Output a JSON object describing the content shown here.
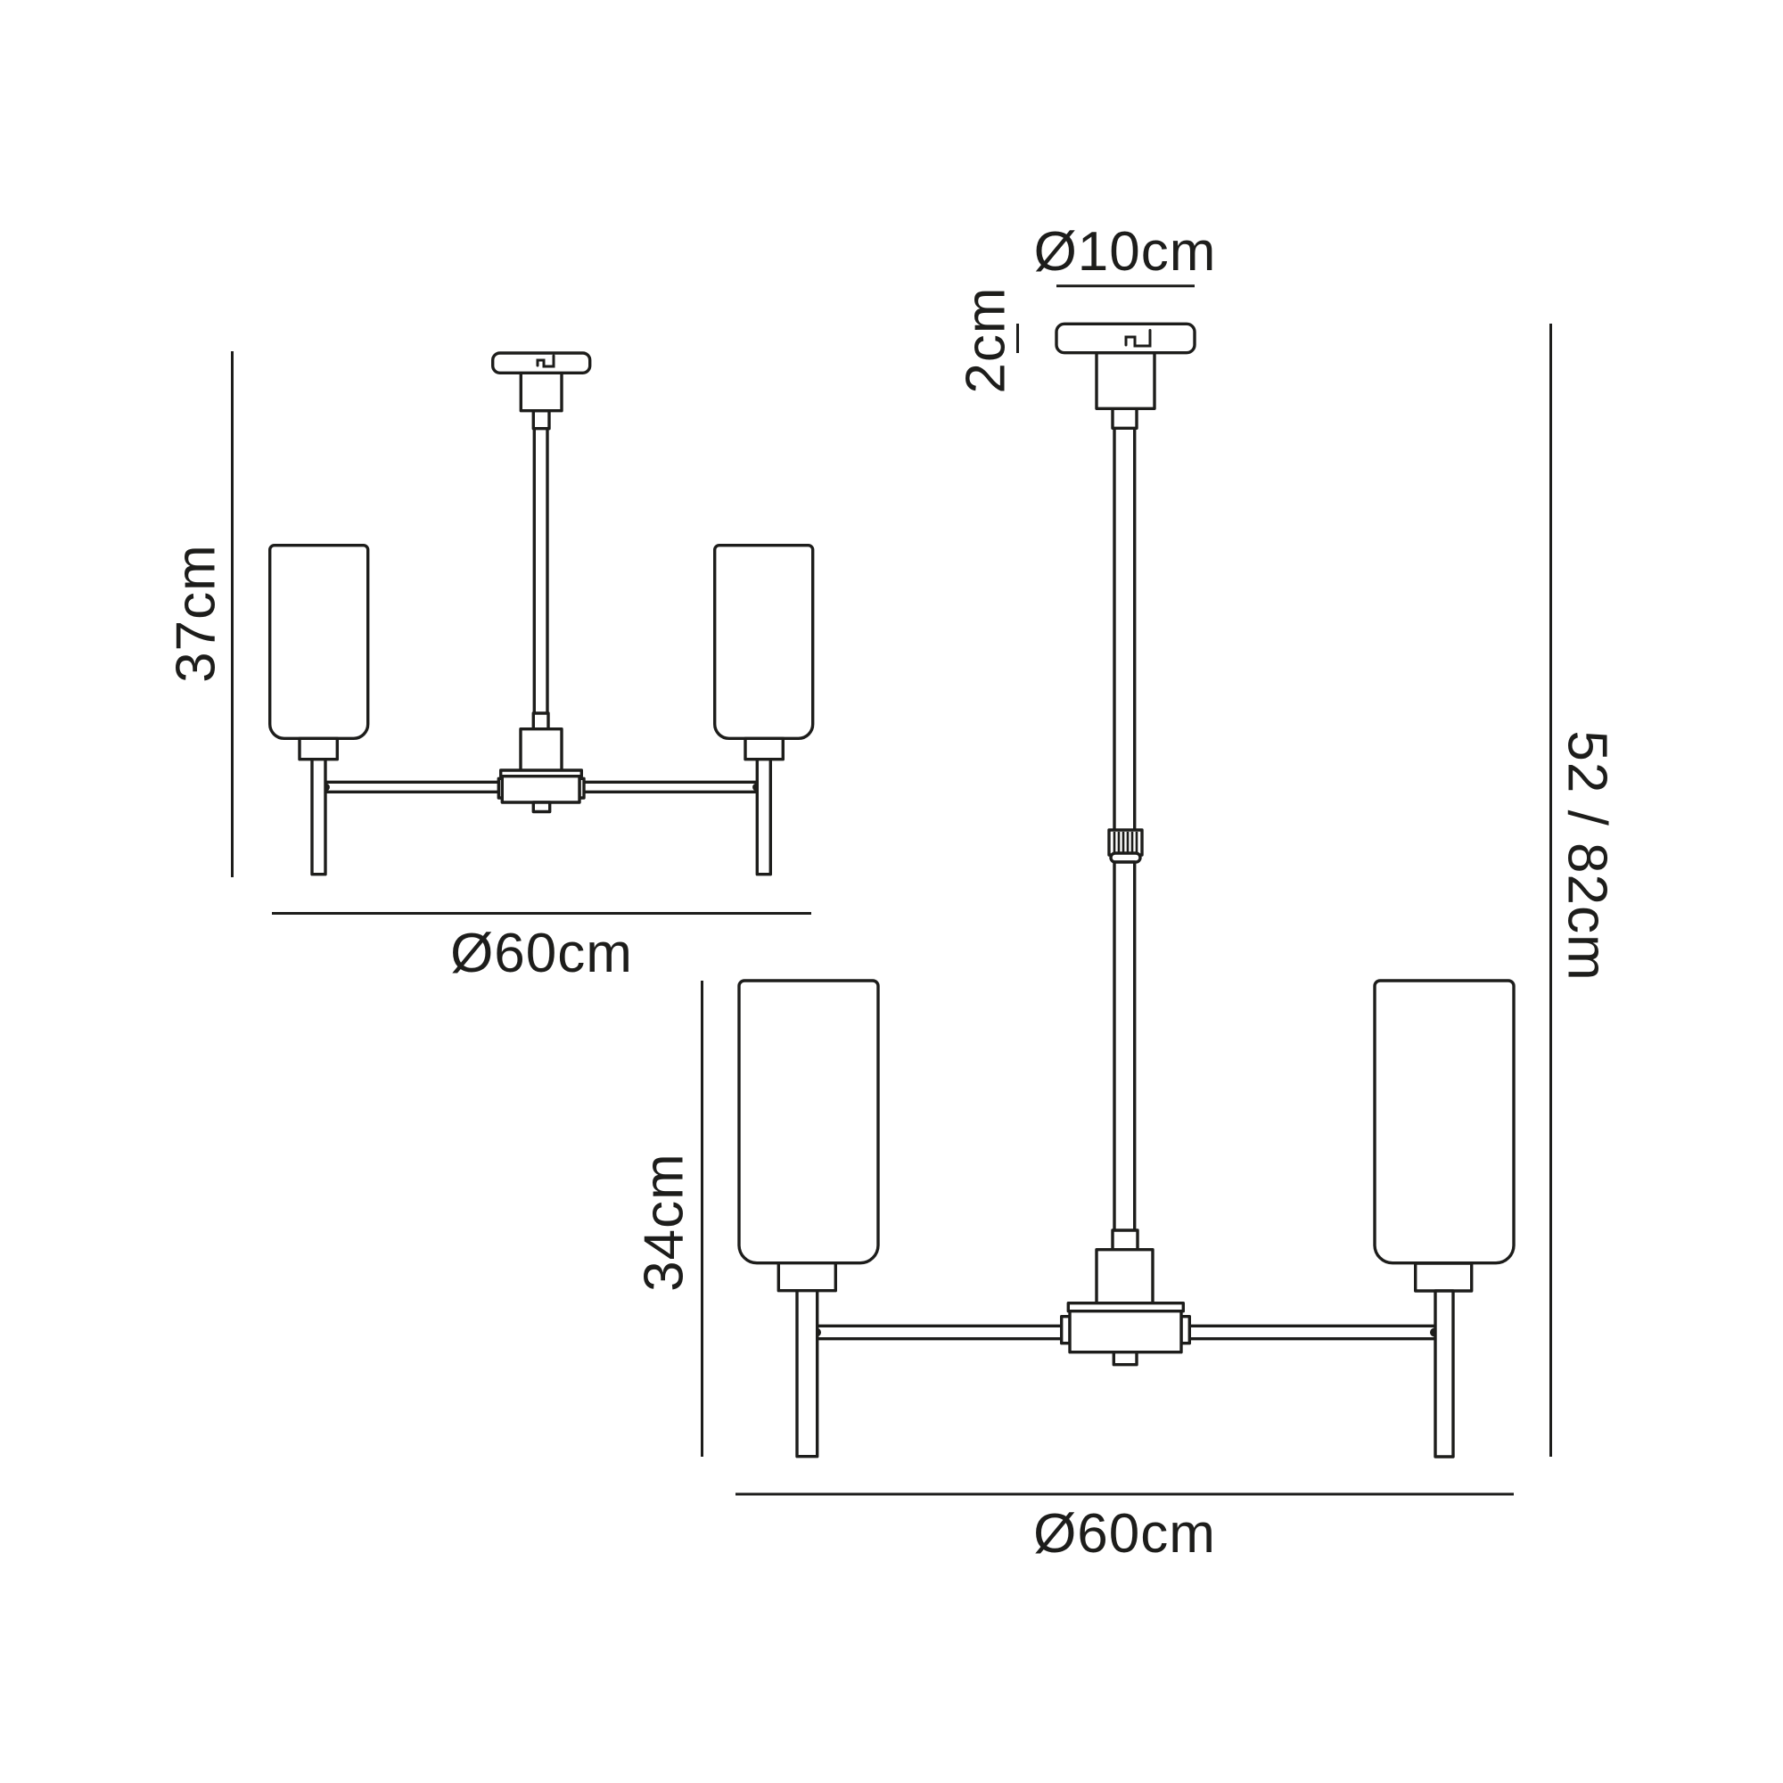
{
  "diagram": {
    "ink_color": "#1d1d1b",
    "background_color": "#ffffff",
    "views": {
      "semi_flush_view": {
        "height_label": "37cm",
        "width_label": "Ø60cm"
      },
      "pendant_view": {
        "canopy_diameter_label": "Ø10cm",
        "canopy_height_label": "2cm",
        "shade_section_height_label": "34cm",
        "overall_height_label": "52 / 82cm",
        "width_label": "Ø60cm"
      }
    }
  }
}
